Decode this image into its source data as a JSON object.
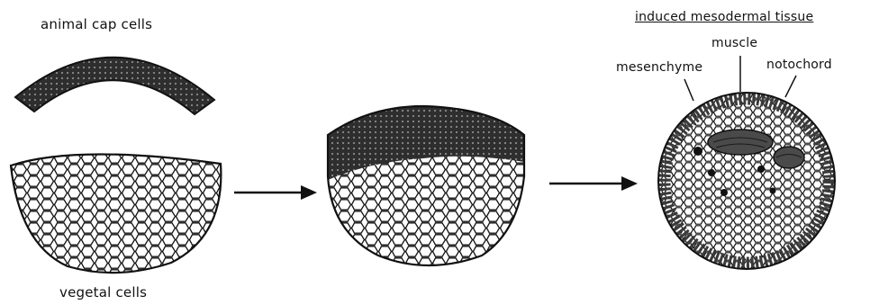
{
  "labels": {
    "animal_cap": "animal cap cells",
    "vegetal": "vegetal cells",
    "induced": "induced mesodermal tissue",
    "muscle": "muscle",
    "mesenchyme": "mesenchyme",
    "notochord": "notochord"
  },
  "colors": {
    "ink": "#111111",
    "cell_fill": "#ffffff",
    "dark_layer": "#2e2e2e",
    "dark_tissue": "#444444"
  },
  "icons": {
    "arrow_1": "right-arrow-icon",
    "arrow_2": "right-arrow-icon"
  }
}
